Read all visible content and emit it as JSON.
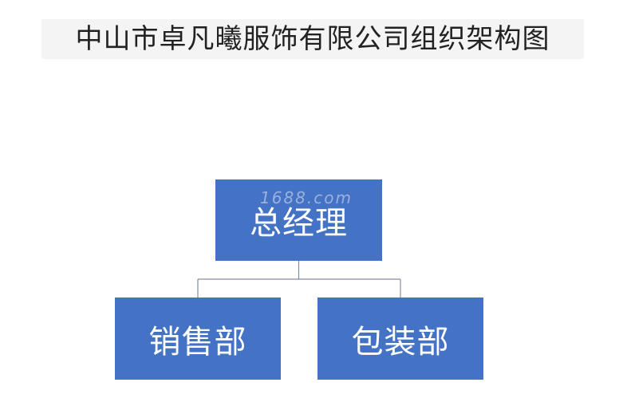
{
  "title": "中山市卓凡曦服饰有限公司组织架构图",
  "org": {
    "root": "总经理",
    "children": [
      "销售部",
      "包装部"
    ]
  },
  "watermark": "1688.com",
  "colors": {
    "box_fill": "#4472c4",
    "box_text": "#ffffff",
    "connector": "#7f8fa6",
    "title_band": "#f4f4f4"
  }
}
